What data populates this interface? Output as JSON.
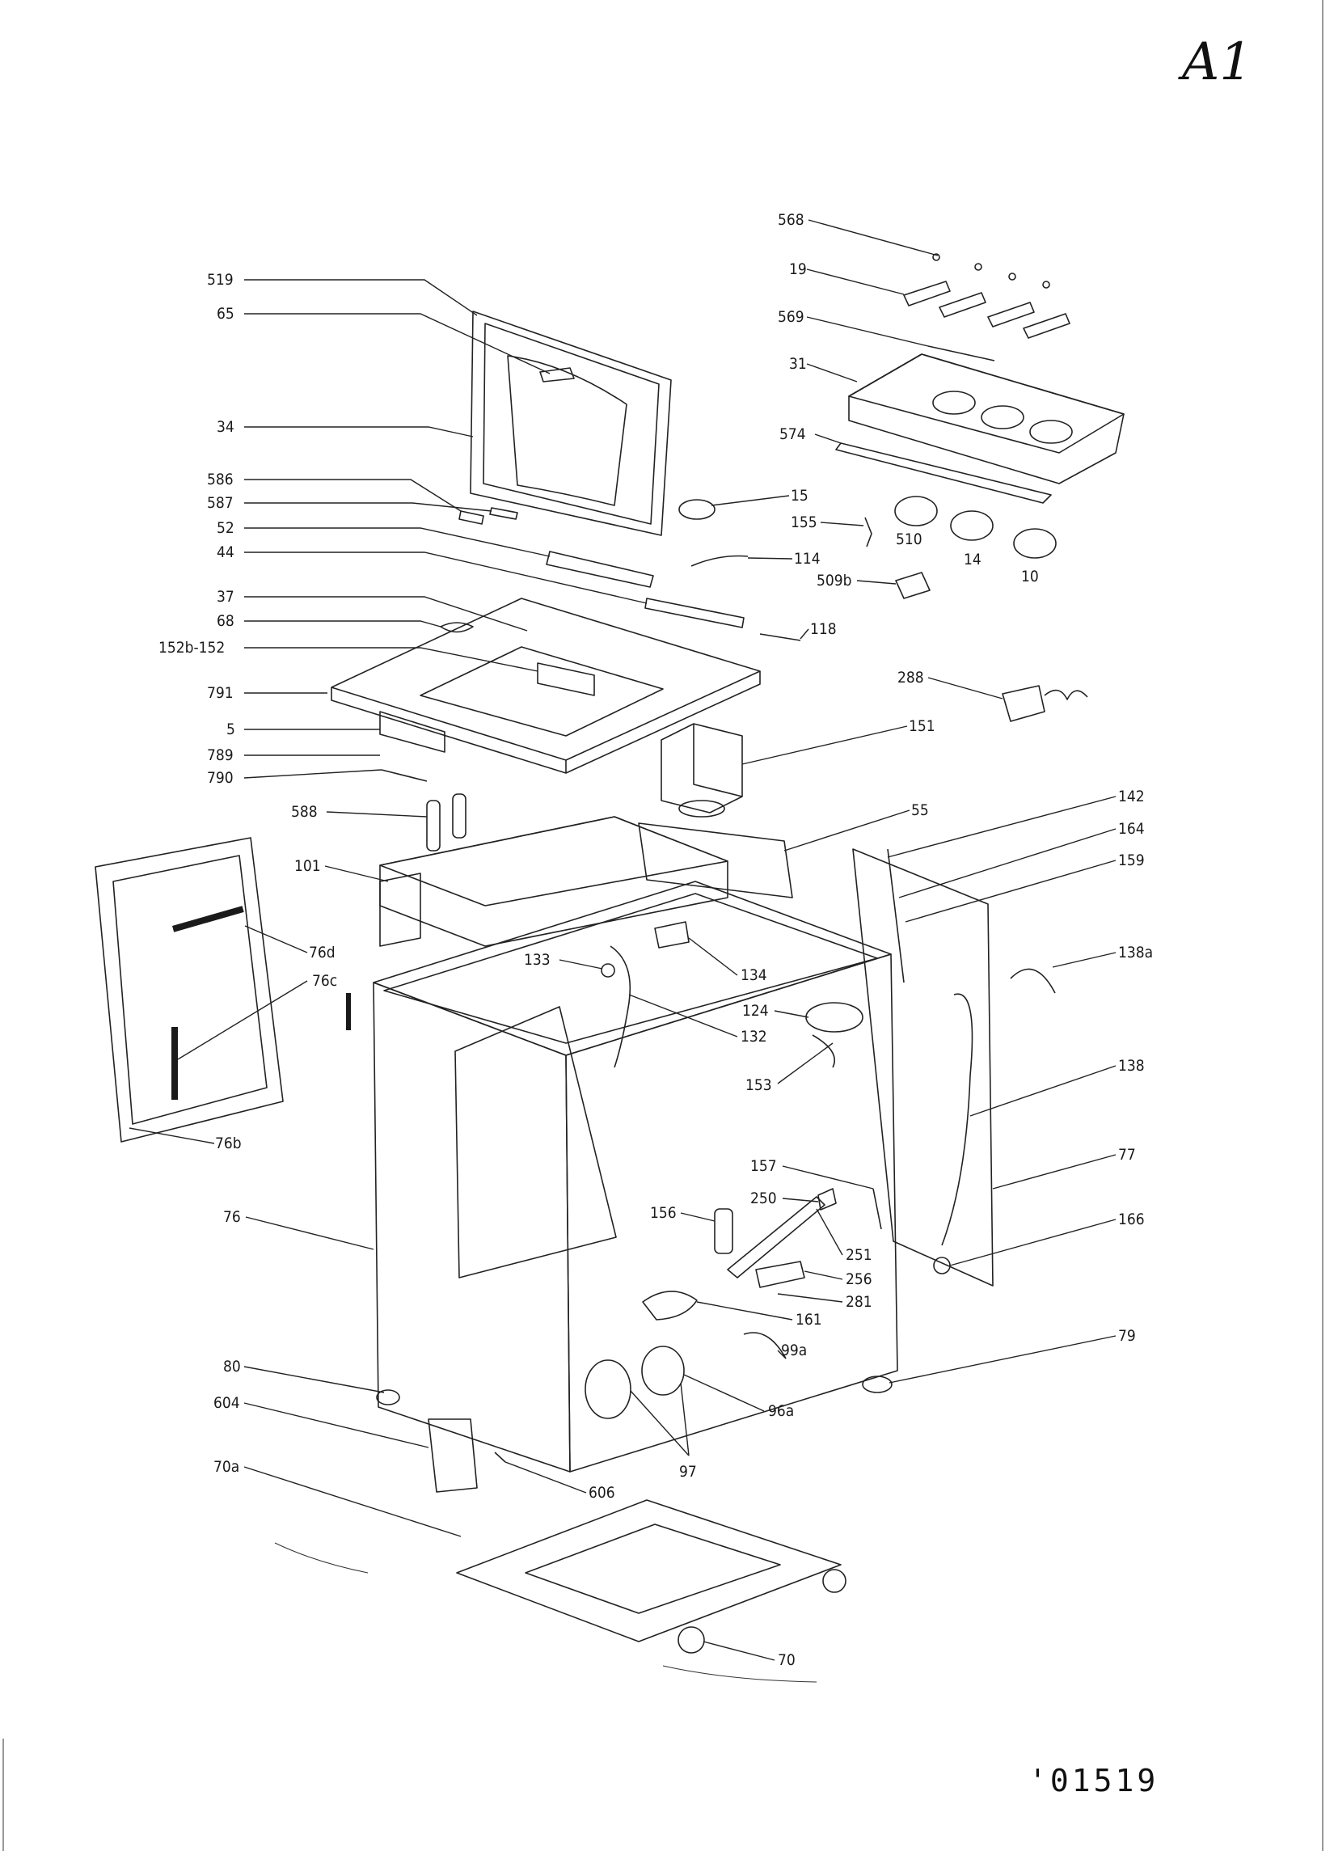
{
  "sheet": {
    "id": "A1",
    "number": "'01519"
  },
  "labels": [
    {
      "text": "568"
    },
    {
      "text": "19"
    },
    {
      "text": "569"
    },
    {
      "text": "31"
    },
    {
      "text": "574"
    },
    {
      "text": "519"
    },
    {
      "text": "65"
    },
    {
      "text": "34"
    },
    {
      "text": "586"
    },
    {
      "text": "587"
    },
    {
      "text": "52"
    },
    {
      "text": "44"
    },
    {
      "text": "37"
    },
    {
      "text": "68"
    },
    {
      "text": "152b-152"
    },
    {
      "text": "791"
    },
    {
      "text": "5"
    },
    {
      "text": "789"
    },
    {
      "text": "790"
    },
    {
      "text": "15"
    },
    {
      "text": "155"
    },
    {
      "text": "114"
    },
    {
      "text": "509b"
    },
    {
      "text": "118"
    },
    {
      "text": "510"
    },
    {
      "text": "14"
    },
    {
      "text": "10"
    },
    {
      "text": "288"
    },
    {
      "text": "151"
    },
    {
      "text": "588"
    },
    {
      "text": "55"
    },
    {
      "text": "142"
    },
    {
      "text": "164"
    },
    {
      "text": "159"
    },
    {
      "text": "101"
    },
    {
      "text": "76d"
    },
    {
      "text": "76c"
    },
    {
      "text": "76b"
    },
    {
      "text": "133"
    },
    {
      "text": "134"
    },
    {
      "text": "138a"
    },
    {
      "text": "124"
    },
    {
      "text": "132"
    },
    {
      "text": "153"
    },
    {
      "text": "138"
    },
    {
      "text": "77"
    },
    {
      "text": "157"
    },
    {
      "text": "166"
    },
    {
      "text": "76"
    },
    {
      "text": "156"
    },
    {
      "text": "250"
    },
    {
      "text": "251"
    },
    {
      "text": "256"
    },
    {
      "text": "281"
    },
    {
      "text": "161"
    },
    {
      "text": "99a"
    },
    {
      "text": "79"
    },
    {
      "text": "80"
    },
    {
      "text": "604"
    },
    {
      "text": "96a"
    },
    {
      "text": "97"
    },
    {
      "text": "606"
    },
    {
      "text": "70a"
    },
    {
      "text": "70"
    }
  ]
}
